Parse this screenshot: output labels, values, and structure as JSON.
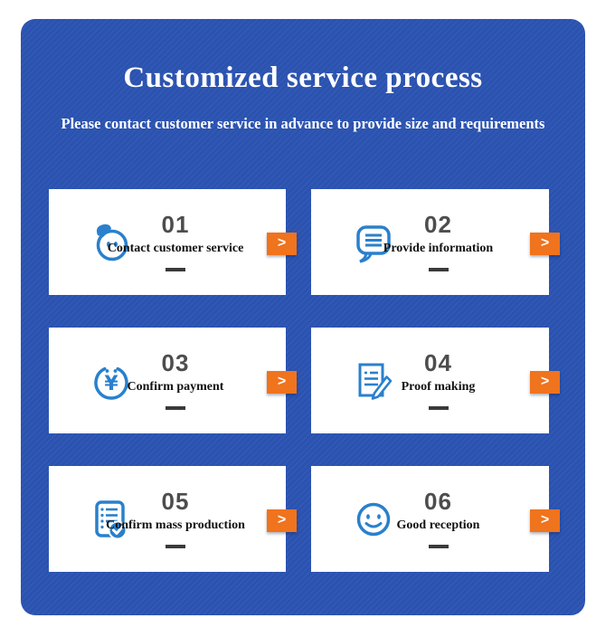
{
  "header": {
    "title": "Customized service process",
    "subtitle": "Please contact customer service in advance to provide size and requirements"
  },
  "steps": [
    {
      "number": "01",
      "label": "Contact customer service",
      "icon": "chat-face-icon"
    },
    {
      "number": "02",
      "label": "Provide information",
      "icon": "speech-bubble-lines-icon"
    },
    {
      "number": "03",
      "label": "Confirm payment",
      "icon": "yuan-coin-icon"
    },
    {
      "number": "04",
      "label": "Proof making",
      "icon": "document-pencil-icon"
    },
    {
      "number": "05",
      "label": "Confirm mass production",
      "icon": "document-check-icon"
    },
    {
      "number": "06",
      "label": "Good reception",
      "icon": "smiley-face-icon"
    }
  ],
  "arrow": {
    "label": ">"
  },
  "colors": {
    "panel_blue": "#2b52ae",
    "panel_blue_stripe": "#3159b6",
    "icon_blue": "#2a80cc",
    "arrow_orange": "#f0731d",
    "number_gray": "#4d4d4d",
    "label_black": "#121212",
    "card_white": "#ffffff",
    "title_white": "#ffffff"
  }
}
